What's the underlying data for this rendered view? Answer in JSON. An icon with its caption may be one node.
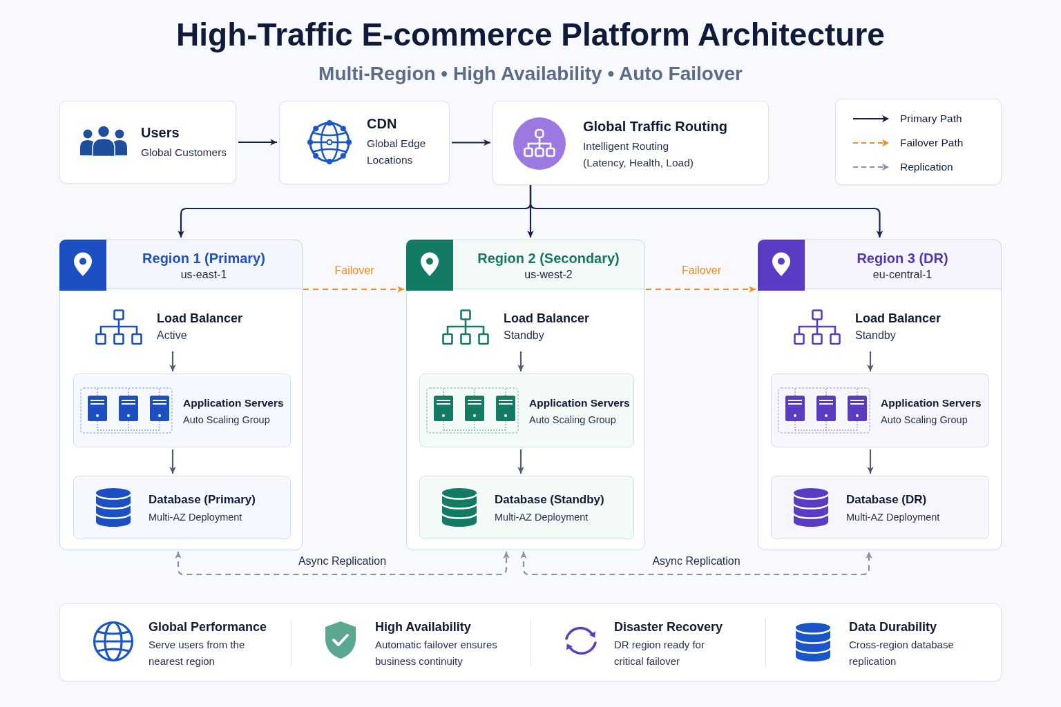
{
  "diagram": {
    "title": "High-Traffic E-commerce Platform Architecture",
    "nodes": [
      {
        "text": [
          "Users",
          "Global Customers"
        ]
      },
      {
        "text": [
          "CDN",
          "Global Edge Locations"
        ]
      },
      {
        "text": [
          "Global Traffic Routing",
          "Intelligent Routing (Latency, Health, Load)"
        ]
      },
      {
        "text": [
          "Region 1 (Primary)",
          "us-east-1"
        ]
      },
      {
        "text": [
          "Load Balancer",
          "Active"
        ],
        "in": 3
      },
      {
        "text": [
          "Application Servers",
          "Auto Scaling Group"
        ],
        "in": 3
      },
      {
        "text": [
          "Database (Primary)",
          "Multi-AZ Deployment"
        ],
        "in": 3
      },
      {
        "text": [
          "Region 2 (Secondary)",
          "us-west-2"
        ]
      },
      {
        "text": [
          "Load Balancer",
          "Standby"
        ],
        "in": 7
      },
      {
        "text": [
          "Application Servers",
          "Auto Scaling Group"
        ],
        "in": 7
      },
      {
        "text": [
          "Database (Standby)",
          "Multi-AZ Deployment"
        ],
        "in": 7
      },
      {
        "text": [
          "Region 3 (DR)",
          "eu-central-1"
        ]
      },
      {
        "text": [
          "Load Balancer",
          "Standby"
        ],
        "in": 11
      },
      {
        "text": [
          "Application Servers",
          "Auto Scaling Group"
        ],
        "in": 11
      },
      {
        "text": [
          "Database (DR)",
          "Multi-AZ Deployment"
        ],
        "in": 11
      },
      {
        "text": [],
        "shape": "box"
      },
      {
        "text": [
          "Global Performance",
          "Serve users from the nearest region"
        ],
        "in": 15
      },
      {
        "text": [
          "High Availability",
          "Automatic failover ensures business continuity"
        ],
        "in": 15
      },
      {
        "text": [
          "Disaster Recovery",
          "DR region ready for critical failover"
        ],
        "in": 15
      },
      {
        "text": [
          "Data Durability",
          "Cross-region database replication"
        ],
        "in": 15
      }
    ],
    "edges": [
      {
        "from": 0,
        "to": 1,
        "arrow": "to",
        "color": "#18214a"
      },
      {
        "from": 1,
        "to": 2,
        "arrow": "to",
        "color": "#18214a"
      },
      {
        "from": 2,
        "to": 3,
        "arrow": "to",
        "color": "#18214a"
      },
      {
        "from": 2,
        "to": 7,
        "arrow": "to",
        "color": "#18214a"
      },
      {
        "from": 2,
        "to": 11,
        "arrow": "to",
        "color": "#18214a"
      },
      {
        "from": 4,
        "to": 5,
        "arrow": "to"
      },
      {
        "from": 5,
        "to": 6,
        "arrow": "to"
      },
      {
        "from": 8,
        "to": 9,
        "arrow": "to"
      },
      {
        "from": 9,
        "to": 10,
        "arrow": "to"
      },
      {
        "from": 12,
        "to": 13,
        "arrow": "to"
      },
      {
        "from": 13,
        "to": 14,
        "arrow": "to"
      },
      {
        "from": 3,
        "to": 7,
        "arrow": "to",
        "label": "Failover",
        "style": "dashed",
        "color": "#f5891f"
      },
      {
        "from": 7,
        "to": 11,
        "arrow": "to",
        "label": "Failover",
        "style": "dashed",
        "color": "#f5891f"
      },
      {
        "from": 3,
        "to": 7,
        "arrow": "both",
        "label": "Async Replication",
        "style": "dashed",
        "color": "#8790a8"
      },
      {
        "from": 7,
        "to": 11,
        "arrow": "both",
        "label": "Async Replication",
        "style": "dashed",
        "color": "#8790a8"
      }
    ],
    "labels": [
      "Multi-Region • High Availability • Auto Failover"
    ],
    "legend": [
      {
        "text": "Primary Path"
      },
      {
        "text": "Failover Path"
      },
      {
        "text": "Replication"
      }
    ]
  }
}
